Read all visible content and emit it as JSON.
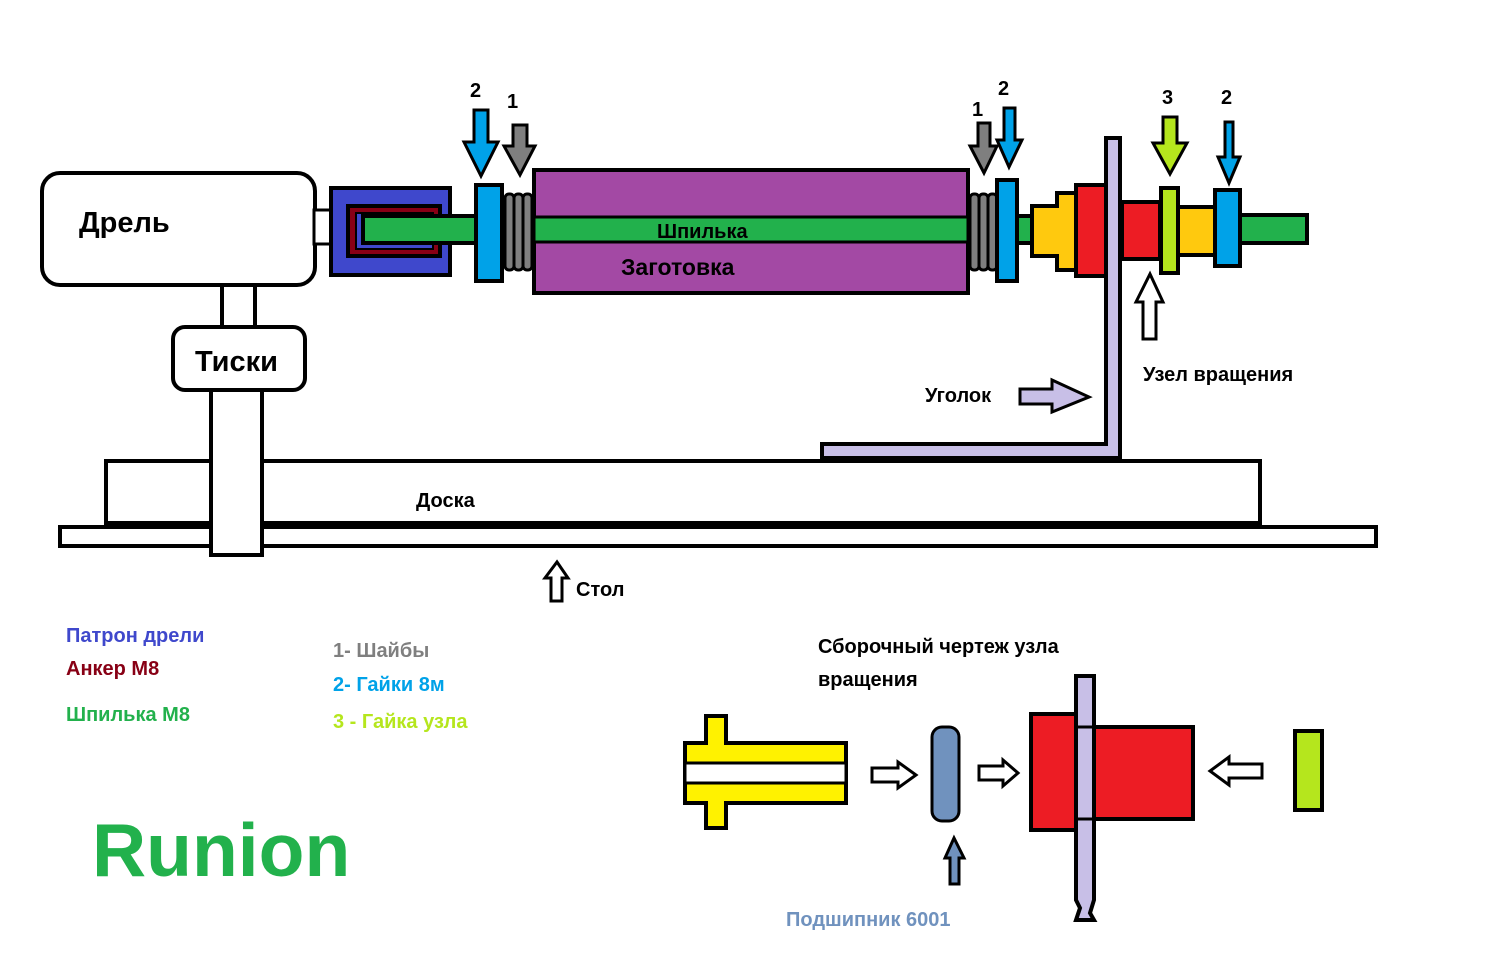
{
  "labels": {
    "drill": "Дрель",
    "vise": "Тиски",
    "rod": "Шпилька",
    "workpiece": "Заготовка",
    "angle": "Уголок",
    "rotation_unit": "Узел вращения",
    "board": "Доска",
    "table": "Стол",
    "assembly_title_line1": "Сборочный чертеж узла",
    "assembly_title_line2": "вращения",
    "bearing": "Подшипник 6001",
    "brand": "Runion"
  },
  "markers": {
    "nut_left": "2",
    "washer_left": "1",
    "washer_right": "1",
    "nut_right": "2",
    "unit_nut": "3",
    "nut_far_right": "2"
  },
  "legend": {
    "chuck": "Патрон дрели",
    "anchor": "Анкер М8",
    "rod": "Шпилька М8",
    "washers": "1- Шайбы",
    "nuts": "2- Гайки 8м",
    "unit_nut": "3 - Гайка узла"
  },
  "colors": {
    "chuck": "#3f48cc",
    "anchor": "#880015",
    "rod": "#22b14c",
    "workpiece": "#a349a4",
    "nut": "#00a2e8",
    "washer": "#7f7f7f",
    "unit_nut": "#b5e61d",
    "housing": "#ed1c24",
    "bushing": "#ffc90e",
    "shaft": "#fff200",
    "angle": "#c8bfe7",
    "bearing": "#7092be",
    "brand": "#22b14c"
  }
}
